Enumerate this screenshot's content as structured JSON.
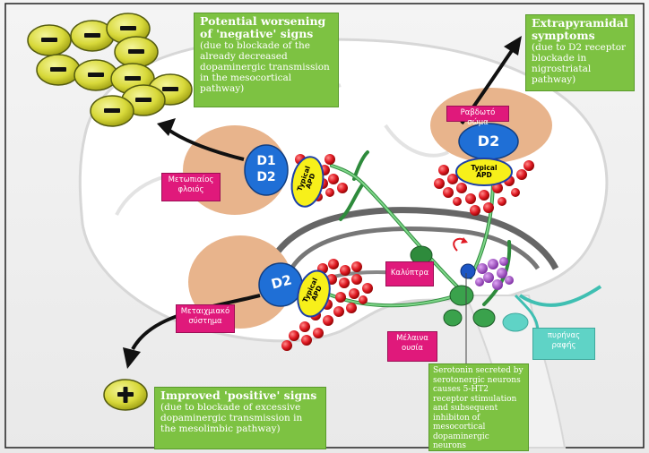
{
  "outcomes": {
    "negative": {
      "title": "Potential worsening of 'negative' signs",
      "detail": "(due to blockade of the already decreased dopaminergic transmission in the mesocortical pathway)"
    },
    "extrapyramidal": {
      "title": "Extrapyramidal symptoms",
      "detail": "(due to  D2 receptor blockade in nigrostriatal pathway)"
    },
    "positive": {
      "title": "Improved 'positive' signs",
      "detail": "(due to blockade of excessive dopaminergic transmission in the mesolimbic pathway)"
    }
  },
  "serotonin_note": "Serotonin secreted by serotonergic neurons causes 5-HT2 receptor stimulation and subsequent inhibiton of mesocortical dopaminergic neurons",
  "regions": {
    "frontal_cortex": "Μετωπιαίος φλοιός",
    "striatum": "Ραβδωτό σώμα",
    "mesolimbic": "Μεταιχμιακό σύστημα",
    "tectum": "Καλύπτρα",
    "substantia_nigra": "Μέλαινα ουσία",
    "raphe_nuclei": "πυρήνας ραφής"
  },
  "receptors": {
    "frontal_d1": "D1",
    "frontal_d2": "D2",
    "mesolimbic_d2": "D2",
    "striatum_d2": "D2"
  },
  "drug": {
    "label": "Typical APD"
  },
  "colors": {
    "outcome_box": "#7dc242",
    "region_label": "#e0197b",
    "raphe_label": "#5fd3c6",
    "receptor": "#1f6fd6",
    "drug": "#f7f01a",
    "dopamine_vesicle": "#e01b24",
    "serotonin_vesicle": "#9b4fc4",
    "target_region": "#e8b48c",
    "sign_coin": "#d8d93a"
  }
}
